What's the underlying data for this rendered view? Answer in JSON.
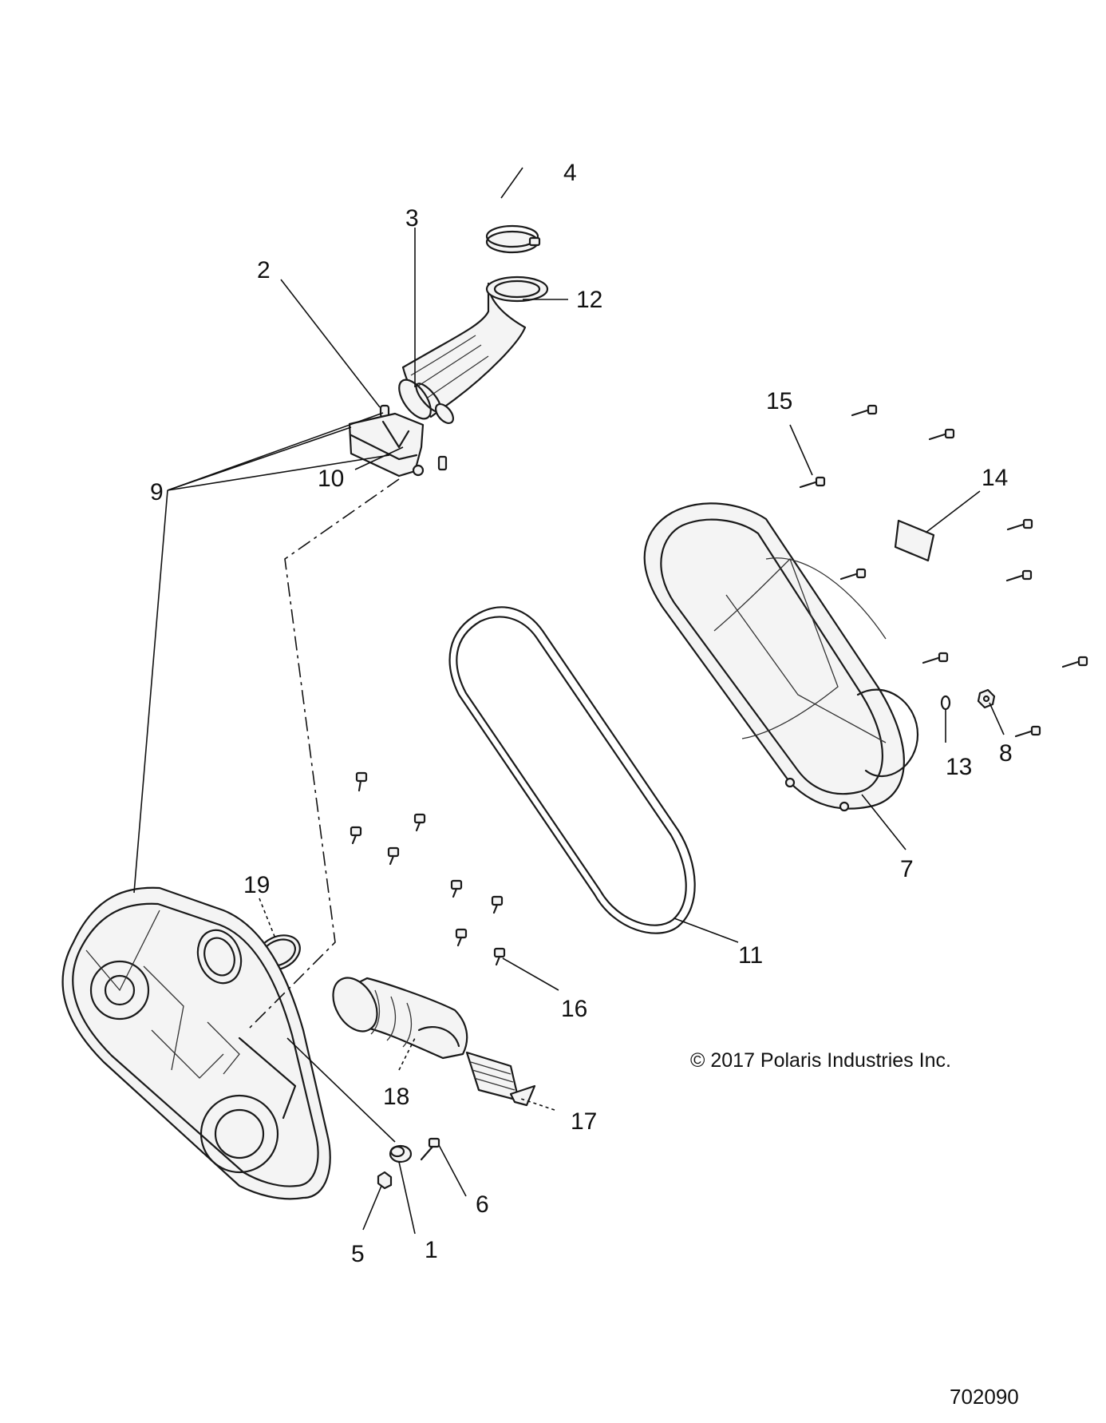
{
  "callouts": [
    {
      "id": "1",
      "label": "1"
    },
    {
      "id": "2",
      "label": "2"
    },
    {
      "id": "3",
      "label": "3"
    },
    {
      "id": "4",
      "label": "4"
    },
    {
      "id": "5",
      "label": "5"
    },
    {
      "id": "6",
      "label": "6"
    },
    {
      "id": "7",
      "label": "7"
    },
    {
      "id": "8",
      "label": "8"
    },
    {
      "id": "9",
      "label": "9"
    },
    {
      "id": "10",
      "label": "10"
    },
    {
      "id": "11",
      "label": "11"
    },
    {
      "id": "12",
      "label": "12"
    },
    {
      "id": "13",
      "label": "13"
    },
    {
      "id": "14",
      "label": "14"
    },
    {
      "id": "15",
      "label": "15"
    },
    {
      "id": "16",
      "label": "16"
    },
    {
      "id": "17",
      "label": "17"
    },
    {
      "id": "18",
      "label": "18"
    },
    {
      "id": "19",
      "label": "19"
    }
  ],
  "copyright": "© 2017 Polaris Industries Inc.",
  "document_number": "702090"
}
